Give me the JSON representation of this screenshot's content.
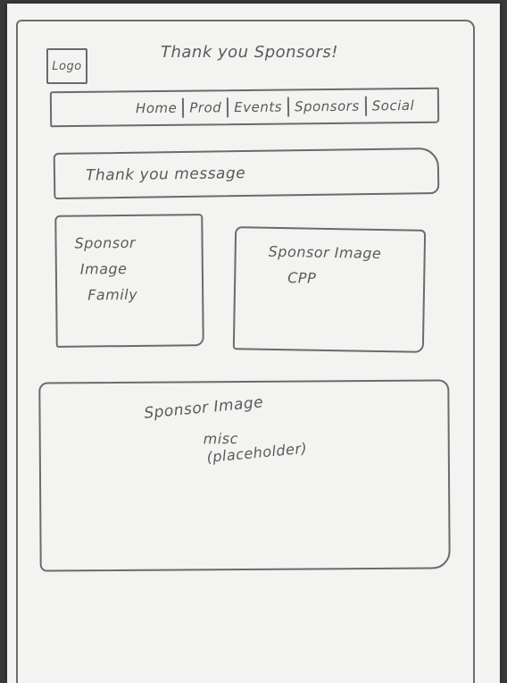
{
  "header": {
    "logo": "Logo",
    "title": "Thank you Sponsors!"
  },
  "nav": {
    "items": [
      "Home",
      "Prod",
      "Events",
      "Sponsors",
      "Social"
    ]
  },
  "message": {
    "text": "Thank you message"
  },
  "sponsors": {
    "family": [
      "Sponsor",
      "Image",
      "Family"
    ],
    "cpp": [
      "Sponsor Image",
      "CPP"
    ],
    "misc": [
      "Sponsor Image",
      "misc",
      "(placeholder)"
    ]
  }
}
